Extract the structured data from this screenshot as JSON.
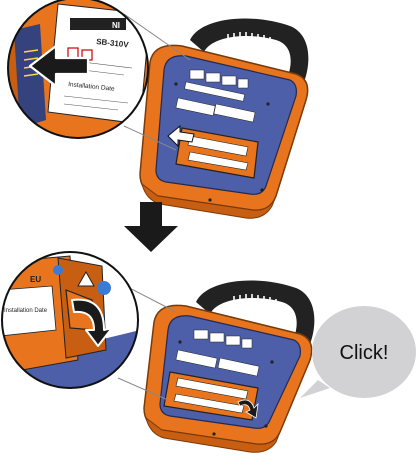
{
  "callout": {
    "text": "Click!"
  },
  "step1": {
    "model_label": "SB-310V",
    "brand_label": "NI",
    "installation_label": "Installation Date"
  },
  "step2": {
    "eu_label": "EU",
    "installation_label": "Installation Date"
  },
  "colors": {
    "case_orange": "#E8741E",
    "case_orange_dark": "#C85E12",
    "panel_blue": "#4C5FA8",
    "panel_blue_dark": "#34427E",
    "handle_black": "#222222",
    "arrow_black": "#1A1A1A",
    "bubble_grey": "#D2D2D4",
    "white": "#FFFFFF"
  },
  "icons": [
    "down-arrow-icon",
    "insert-arrow-icon",
    "click-arrow-icon"
  ]
}
